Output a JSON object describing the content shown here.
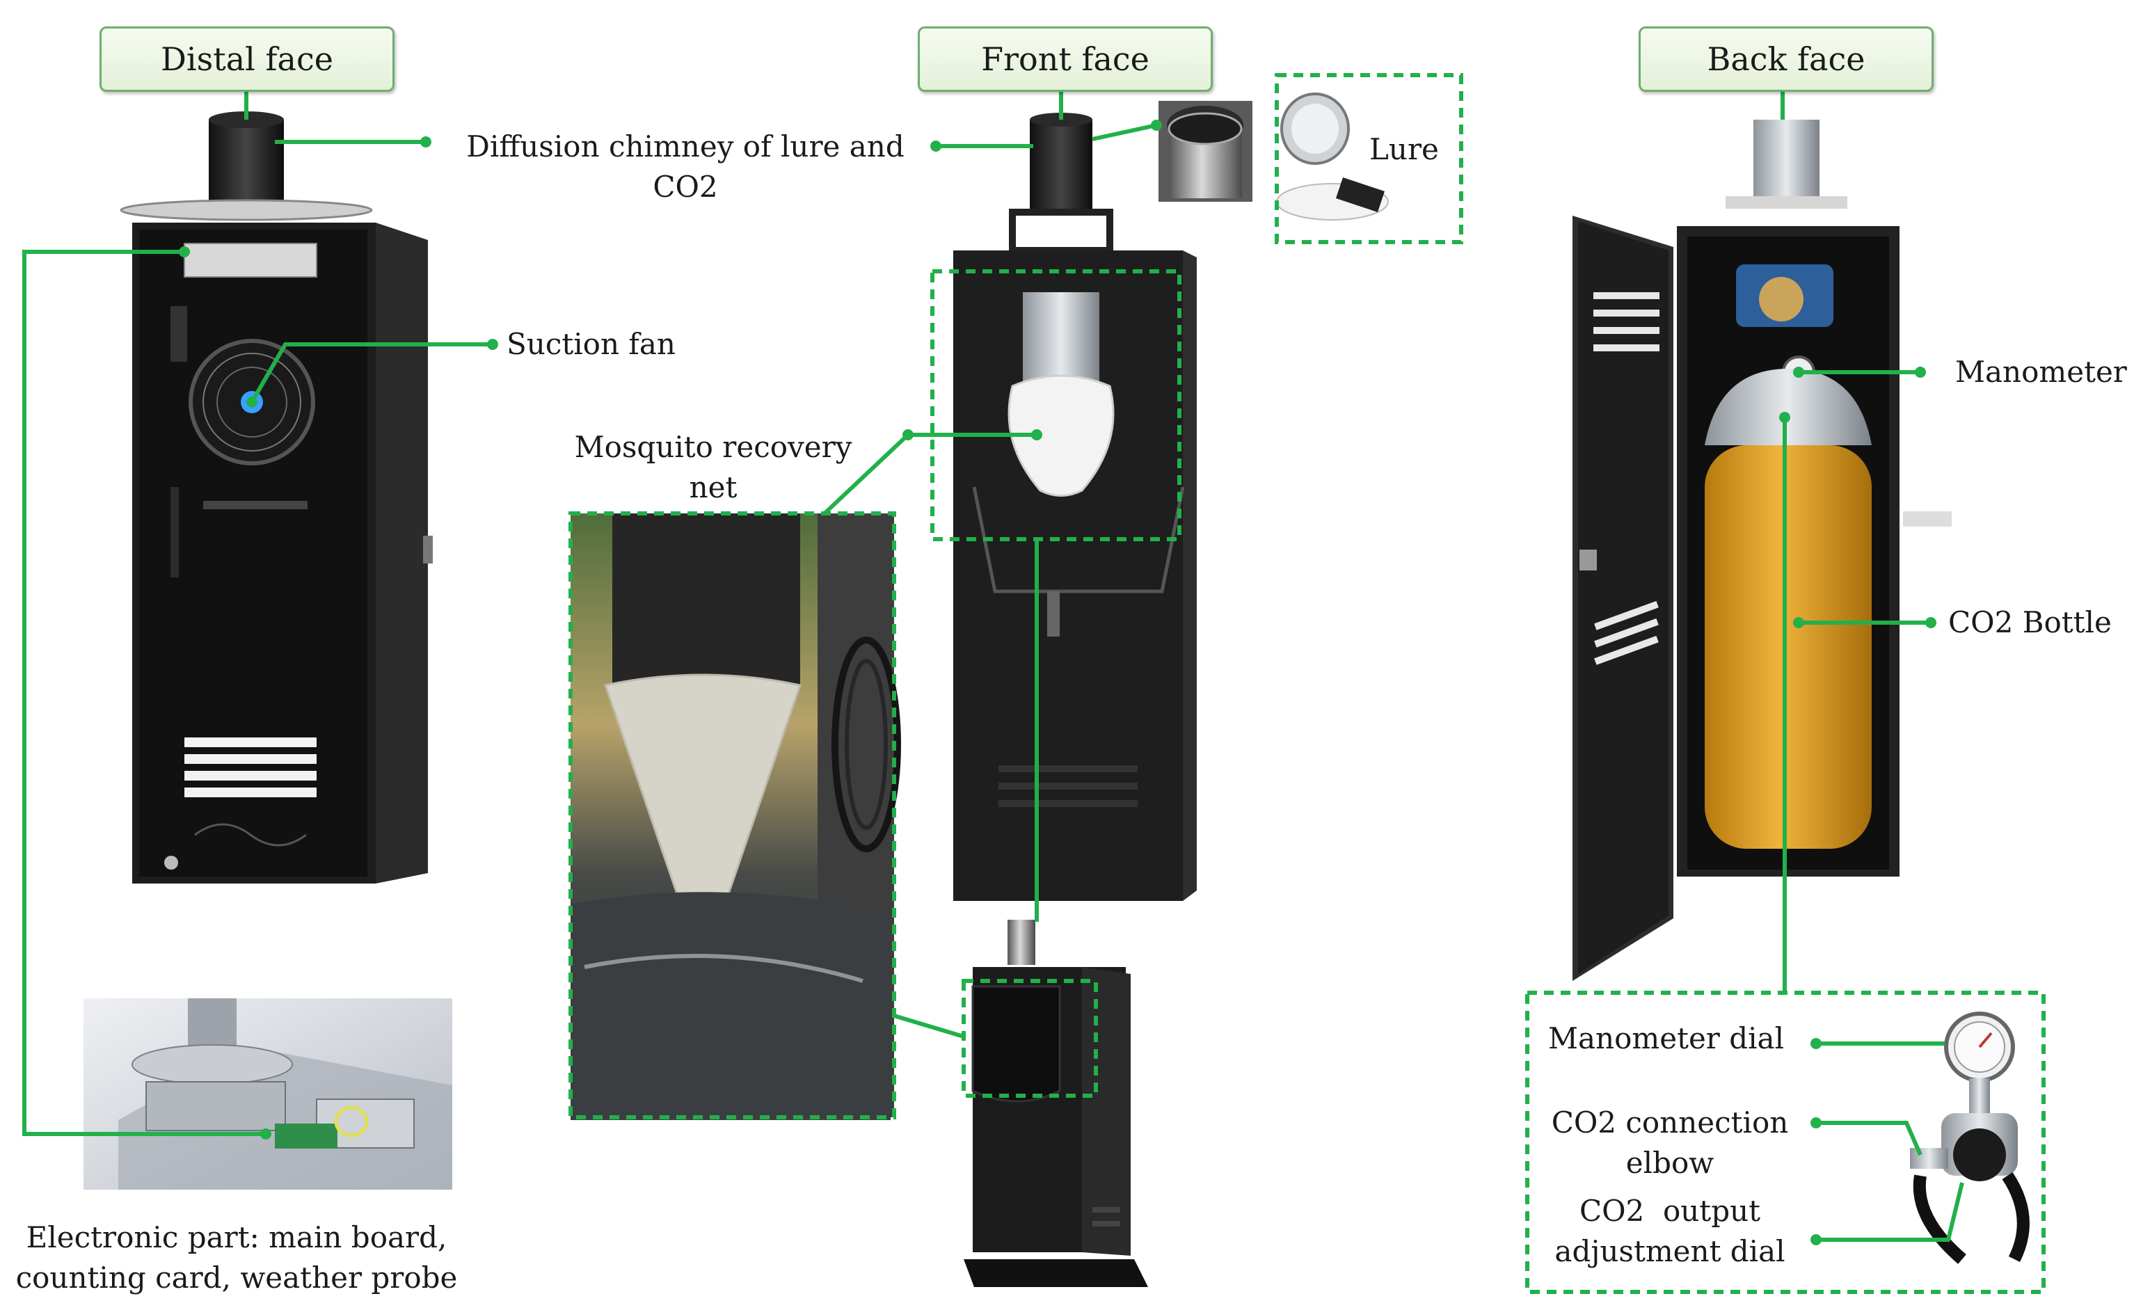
{
  "headers": {
    "distal": "Distal face",
    "front": "Front face",
    "back": "Back face"
  },
  "labels": {
    "diffusion_line1": "Diffusion chimney of lure and",
    "diffusion_line2": "CO2",
    "lure": "Lure",
    "suction_fan": "Suction fan",
    "mosquito_line1": "Mosquito recovery",
    "mosquito_line2": "net",
    "manometer": "Manometer",
    "co2_bottle": "CO2 Bottle",
    "manometer_dial": "Manometer dial",
    "elbow_line1": "CO2 connection",
    "elbow_line2": "elbow",
    "output_line1": "CO2  output",
    "output_line2": "adjustment dial",
    "electronic_line1": "Electronic part: main board,",
    "electronic_line2": "counting card, weather probe"
  },
  "colors": {
    "leader_green": "#22b04b",
    "header_border": "#6fae6f",
    "cabinet_black": "#1f1f1f",
    "bottle_yellow": "#e1a325"
  }
}
